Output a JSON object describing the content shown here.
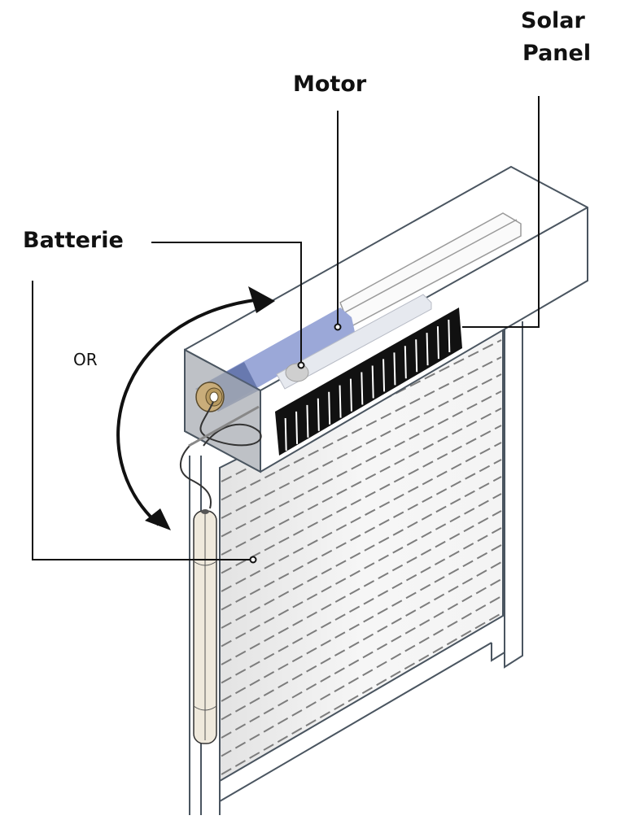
{
  "diagram": {
    "title": "Solar roller shutter components",
    "labels": {
      "solar_panel_line1": "Solar",
      "solar_panel_line2": "Panel",
      "motor": "Motor",
      "battery": "Batterie",
      "or": "OR"
    },
    "colors": {
      "outline": "#4a5560",
      "motor_tube": "#9ba8d8",
      "motor_tube_dark": "#5f71a8",
      "box_side": "#b9bcc1",
      "solar_panel": "#111111",
      "battery": "#efe9dc",
      "cap": "#c9ad7a",
      "shutter": "#f2f2f2",
      "slat_line": "#8a8a8a",
      "leader": "#111111"
    }
  }
}
